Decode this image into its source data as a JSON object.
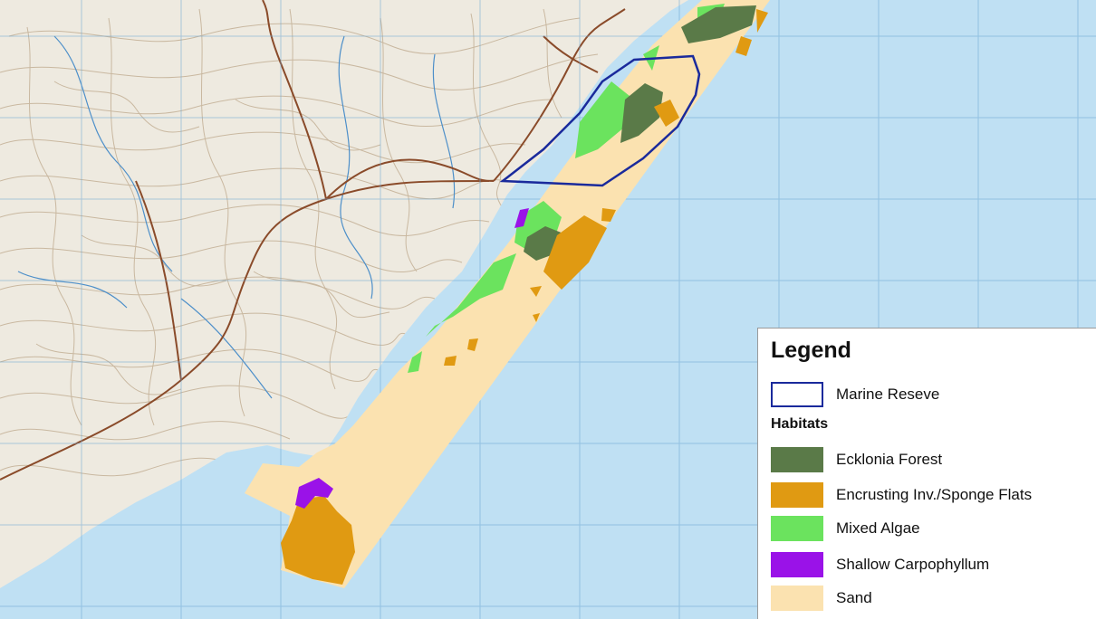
{
  "map": {
    "colors": {
      "sea": "#bfe0f3",
      "land": "#eeeae0",
      "contour": "#c9b8a0",
      "grid": "#6fa8d4",
      "road": "#8a4b2a",
      "river": "#4d8fc9",
      "reserve_outline": "#1a2a9c"
    }
  },
  "legend": {
    "title": "Legend",
    "reserve": {
      "label": "Marine Reseve",
      "color": "#1a2a9c"
    },
    "habitats_heading": "Habitats",
    "habitats": [
      {
        "label": "Ecklonia Forest",
        "color": "#5a7a48"
      },
      {
        "label": "Encrusting Inv./Sponge Flats",
        "color": "#e09a12"
      },
      {
        "label": "Mixed Algae",
        "color": "#6be35e"
      },
      {
        "label": "Shallow Carpophyllum",
        "color": "#9a12e8"
      },
      {
        "label": "Sand",
        "color": "#fbe2b0"
      }
    ]
  }
}
